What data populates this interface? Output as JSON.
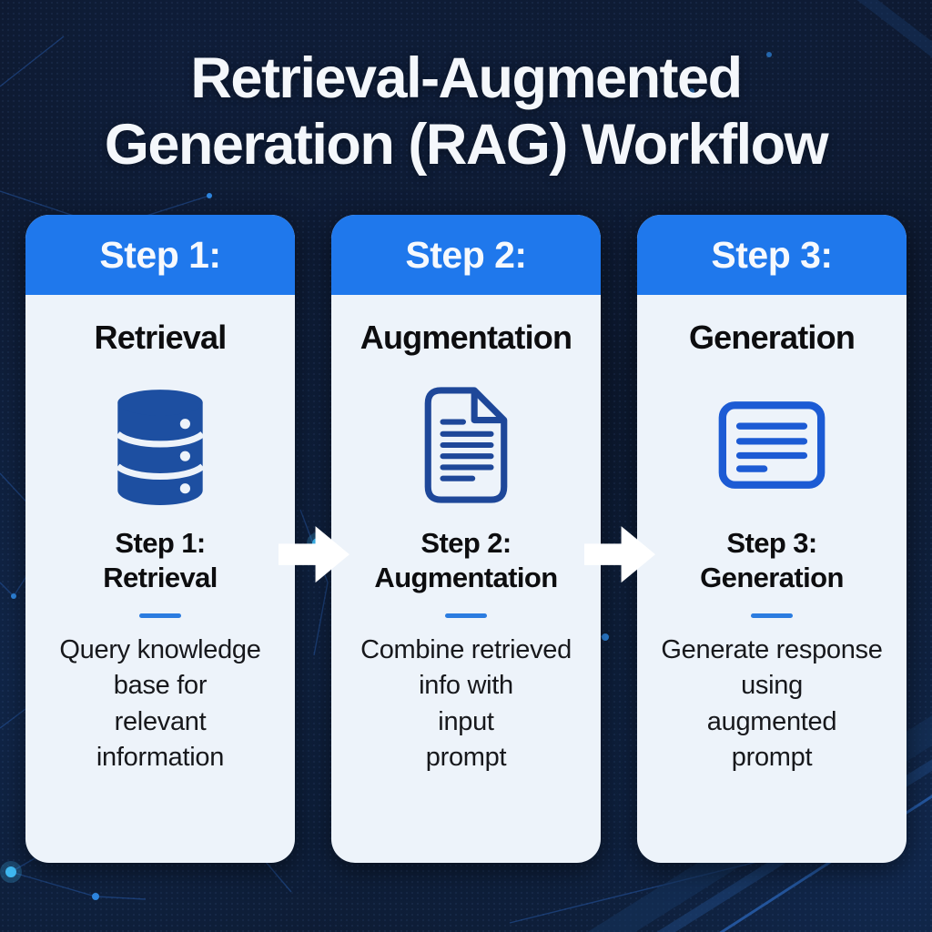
{
  "title": {
    "line1": "Retrieval-Augmented",
    "line2": "Generation (RAG) Workflow"
  },
  "steps": [
    {
      "header_label": "Step 1:",
      "name": "Retrieval",
      "icon": "database-icon",
      "subtitle_line1": "Step 1:",
      "subtitle_line2": "Retrieval",
      "desc_lines": [
        "Query knowledge",
        "base for",
        "relevant",
        "information"
      ]
    },
    {
      "header_label": "Step 2:",
      "name": "Augmentation",
      "icon": "document-icon",
      "subtitle_line1": "Step 2:",
      "subtitle_line2": "Augmentation",
      "desc_lines": [
        "Combine retrieved",
        "info with",
        "input",
        "prompt"
      ]
    },
    {
      "header_label": "Step 3:",
      "name": "Generation",
      "icon": "slide-text-icon",
      "subtitle_line1": "Step 3:",
      "subtitle_line2": "Generation",
      "desc_lines": [
        "Generate response",
        "using",
        "augmented",
        "prompt"
      ]
    }
  ],
  "colors": {
    "background_navy": "#0b1526",
    "header_blue": "#1f78ec",
    "card_background": "#edf3fa",
    "database_icon_blue": "#1d4fa1",
    "document_icon_blue": "#1e4799",
    "slide_icon_blue": "#1c5bd4",
    "divider_blue": "#2b7ce0",
    "arrow_white": "#ffffff",
    "heading_text": "#0d0d0f",
    "body_text": "#17181c",
    "title_white": "#f4f7fb",
    "network_line_blue": "#2a62b8",
    "node_cyan": "#3fb9f2",
    "node_blue": "#2e86e0"
  }
}
